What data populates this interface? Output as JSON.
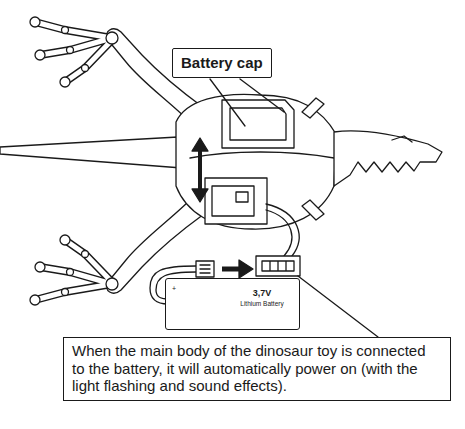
{
  "diagram": {
    "nodes": [
      {
        "text": [
          "Battery cap"
        ]
      },
      {
        "text": [
          "+",
          "3,7V",
          "Lithium Battery"
        ]
      },
      {
        "text": [
          "When the main body of the dinosaur toy is connected to the battery, it will automatically power on (with the light flashing and sound effects)."
        ]
      }
    ]
  }
}
